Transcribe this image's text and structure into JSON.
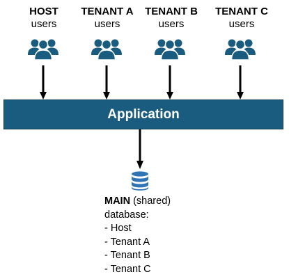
{
  "colors": {
    "application_fill": "#1a5b80",
    "icon_fill": "#1a5b80",
    "database_icon": "#2e75b6",
    "arrow": "#000000"
  },
  "user_groups": [
    {
      "name": "HOST",
      "subtitle": "users",
      "icon": "users-icon"
    },
    {
      "name": "TENANT A",
      "subtitle": "users",
      "icon": "users-icon"
    },
    {
      "name": "TENANT B",
      "subtitle": "users",
      "icon": "users-icon"
    },
    {
      "name": "TENANT C",
      "subtitle": "users",
      "icon": "users-icon"
    }
  ],
  "application": {
    "label": "Application"
  },
  "database": {
    "icon": "database-icon",
    "name": "MAIN",
    "qualifier": " (shared)",
    "line2": "database:",
    "items": [
      "- Host",
      "- Tenant A",
      "- Tenant B",
      "- Tenant C"
    ]
  }
}
